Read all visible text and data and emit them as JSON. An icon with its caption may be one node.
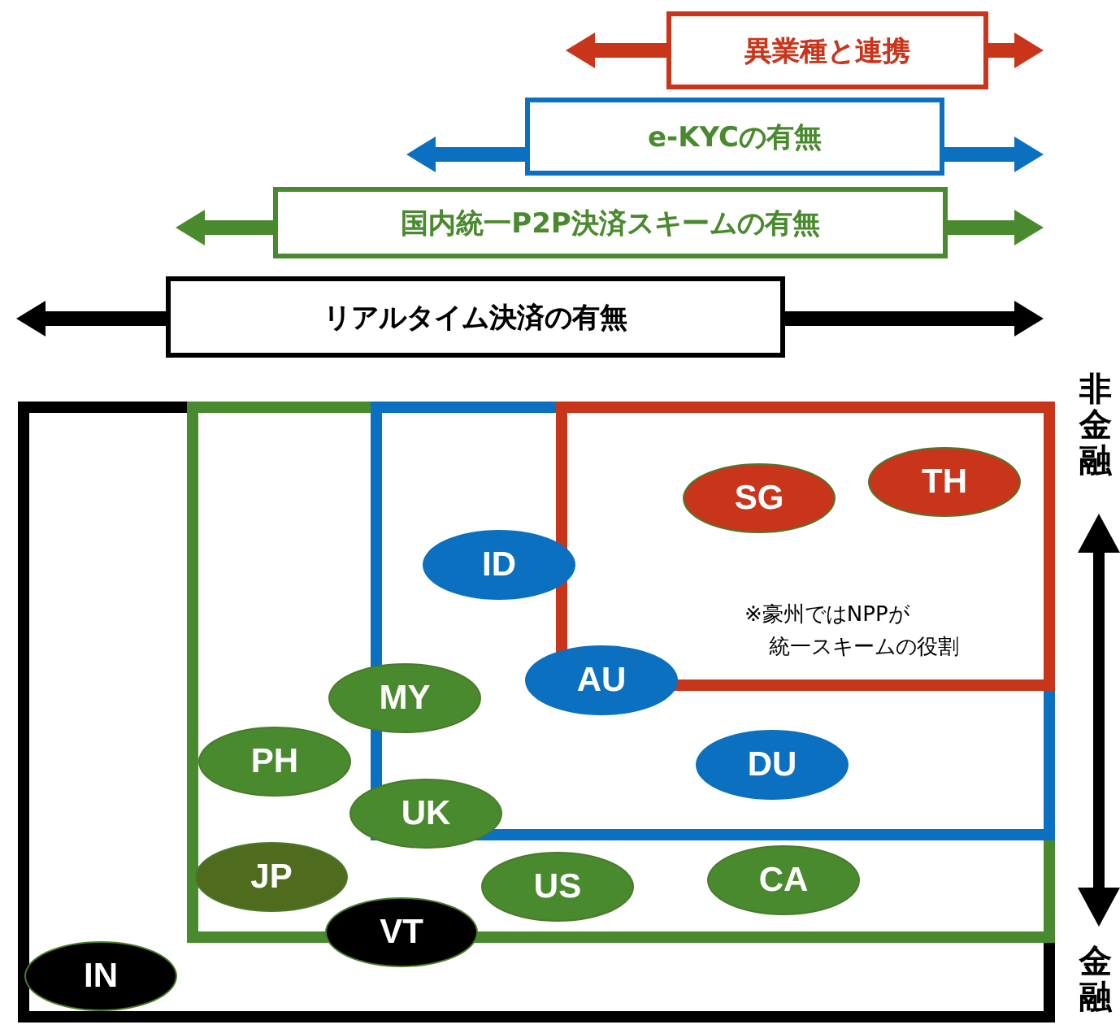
{
  "diagram": {
    "nodes": [
      {
        "text": [
          "異業種と連携"
        ]
      },
      {
        "text": [
          "e-KYCの有無"
        ]
      },
      {
        "text": [
          "国内統一P2P決済スキームの有無"
        ]
      },
      {
        "text": [
          "リアルタイム決済の有無"
        ]
      },
      {
        "text": [],
        "shape": "box"
      },
      {
        "text": [],
        "shape": "box",
        "in": 4
      },
      {
        "text": [],
        "shape": "box",
        "in": 5
      },
      {
        "text": [],
        "shape": "box",
        "in": 6
      },
      {
        "text": [
          "SG"
        ],
        "in": 7
      },
      {
        "text": [
          "TH"
        ],
        "in": 7
      },
      {
        "text": [
          "ID"
        ],
        "in": 6
      },
      {
        "text": [
          "AU"
        ],
        "in": 6
      },
      {
        "text": [
          "MY"
        ],
        "in": 5
      },
      {
        "text": [
          "PH"
        ],
        "in": 5
      },
      {
        "text": [
          "DU"
        ],
        "in": 6
      },
      {
        "text": [
          "UK"
        ],
        "in": 5
      },
      {
        "text": [
          "JP"
        ],
        "in": 5
      },
      {
        "text": [
          "US"
        ],
        "in": 5
      },
      {
        "text": [
          "CA"
        ],
        "in": 5
      },
      {
        "text": [
          "VT"
        ],
        "in": 4
      },
      {
        "text": [
          "IN"
        ],
        "in": 4
      }
    ],
    "labels": [
      "非金融",
      "※豪州ではNPPが",
      "統一スキームの役割",
      "金融"
    ]
  }
}
